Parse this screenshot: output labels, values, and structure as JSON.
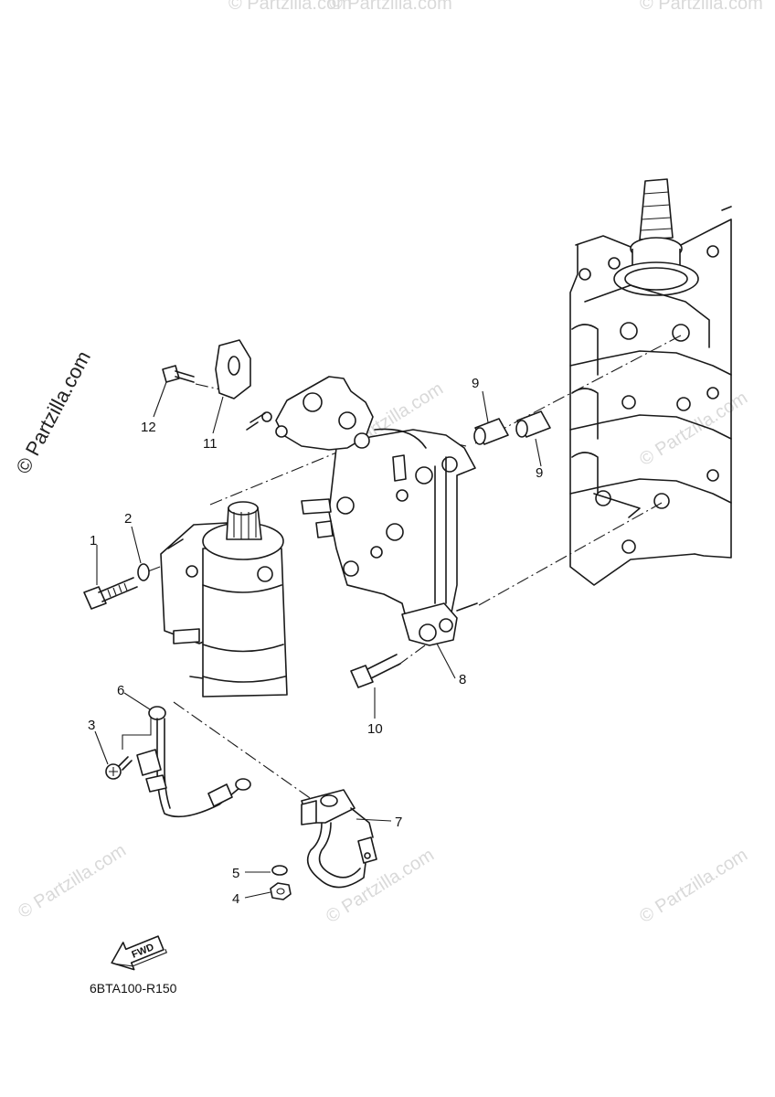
{
  "watermark": {
    "main": "© Partzilla.com",
    "faint": "© Partzilla.com"
  },
  "callouts": [
    {
      "id": "1",
      "label": "1"
    },
    {
      "id": "2",
      "label": "2"
    },
    {
      "id": "3",
      "label": "3"
    },
    {
      "id": "4",
      "label": "4"
    },
    {
      "id": "5",
      "label": "5"
    },
    {
      "id": "6",
      "label": "6"
    },
    {
      "id": "7",
      "label": "7"
    },
    {
      "id": "8",
      "label": "8"
    },
    {
      "id": "9a",
      "label": "9"
    },
    {
      "id": "9b",
      "label": "9"
    },
    {
      "id": "10",
      "label": "10"
    },
    {
      "id": "11",
      "label": "11"
    },
    {
      "id": "12",
      "label": "12"
    }
  ],
  "direction_arrow": {
    "label": "FWD"
  },
  "diagram_code": "6BTA100-R150"
}
